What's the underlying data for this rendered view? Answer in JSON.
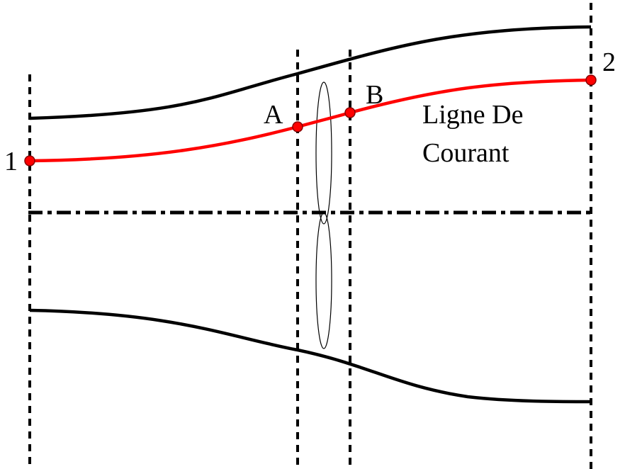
{
  "labels": {
    "point_1": "1",
    "point_2": "2",
    "point_a": "A",
    "point_b": "B",
    "streamline_line1": "Ligne De",
    "streamline_line2": "Courant"
  },
  "colors": {
    "boundary": "#000000",
    "streamline": "#ff0000",
    "point_fill": "#ff0000",
    "point_stroke": "#880000",
    "guide": "#000000",
    "rotor": "#000000"
  }
}
